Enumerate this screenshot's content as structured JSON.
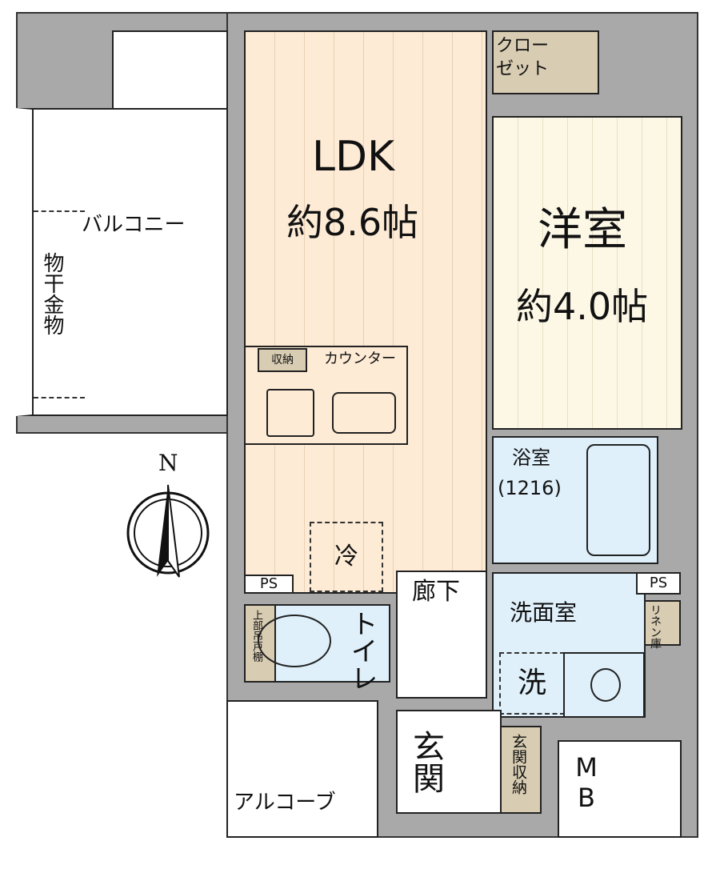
{
  "rooms": {
    "ldk": {
      "name": "LDK",
      "size": "約8.6帖"
    },
    "western": {
      "name": "洋室",
      "size": "約4.0帖"
    },
    "closet": "クローゼット",
    "balcony": "バルコニー",
    "drying_hardware": "物干金物",
    "storage": "収納",
    "counter": "カウンター",
    "fridge": "冷",
    "bath": {
      "name": "浴室",
      "size": "(1216)"
    },
    "hallway": "廊下",
    "washroom": "洗面室",
    "linen": "リネン庫",
    "washer": "洗",
    "toilet": "トイレ",
    "upper_cabinet": "上部吊戸棚",
    "ps_left": "PS",
    "ps_right": "PS",
    "entrance": "玄関",
    "entrance_storage": "玄関収納",
    "alcove": "アルコーブ",
    "mb": "MB"
  },
  "compass": {
    "label": "N"
  },
  "colors": {
    "wall": "#a9a9a9",
    "ldk": "#fdebd5",
    "western": "#fdf8e6",
    "wet": "#dff0fb",
    "storage": "#d8ccb2"
  }
}
